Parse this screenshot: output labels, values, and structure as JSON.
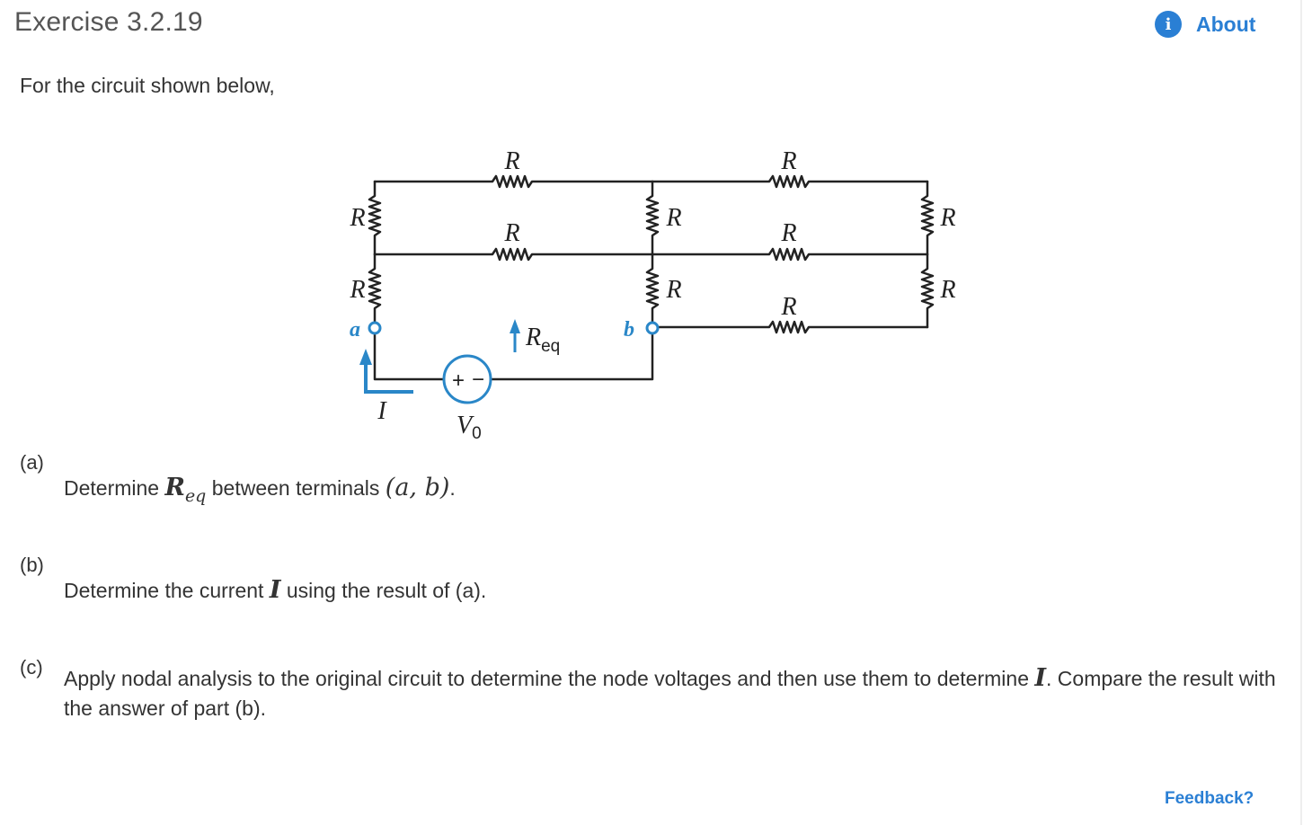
{
  "header": {
    "title": "Exercise 3.2.19",
    "about_label": "About",
    "info_icon": "i"
  },
  "intro": "For the circuit shown below,",
  "circuit": {
    "icon": "circuit-diagram",
    "resistor_label": "R",
    "terminal_a": "a",
    "terminal_b": "b",
    "req_main": "R",
    "req_sub": "eq",
    "current_label": "I",
    "source_main": "V",
    "source_sub": "0",
    "source_plus": "+",
    "source_minus": "−",
    "wire_color": "#222222",
    "accent_color": "#2a87c8"
  },
  "parts": [
    {
      "label": "(a)",
      "text_1": "Determine ",
      "math_main": "R",
      "math_sub": "eq",
      "text_2": " between terminals ",
      "math_expr": "(a, b)",
      "text_3": "."
    },
    {
      "label": "(b)",
      "text_1": "Determine the current ",
      "math_main": "I",
      "text_2": " using the result of (a)."
    },
    {
      "label": "(c)",
      "text_1": "Apply nodal analysis to the original circuit to determine the node voltages and then use them to determine ",
      "math_main": "I",
      "text_2": ". Compare the result with the answer of part (b)."
    }
  ],
  "footer": {
    "feedback_label": "Feedback?"
  }
}
